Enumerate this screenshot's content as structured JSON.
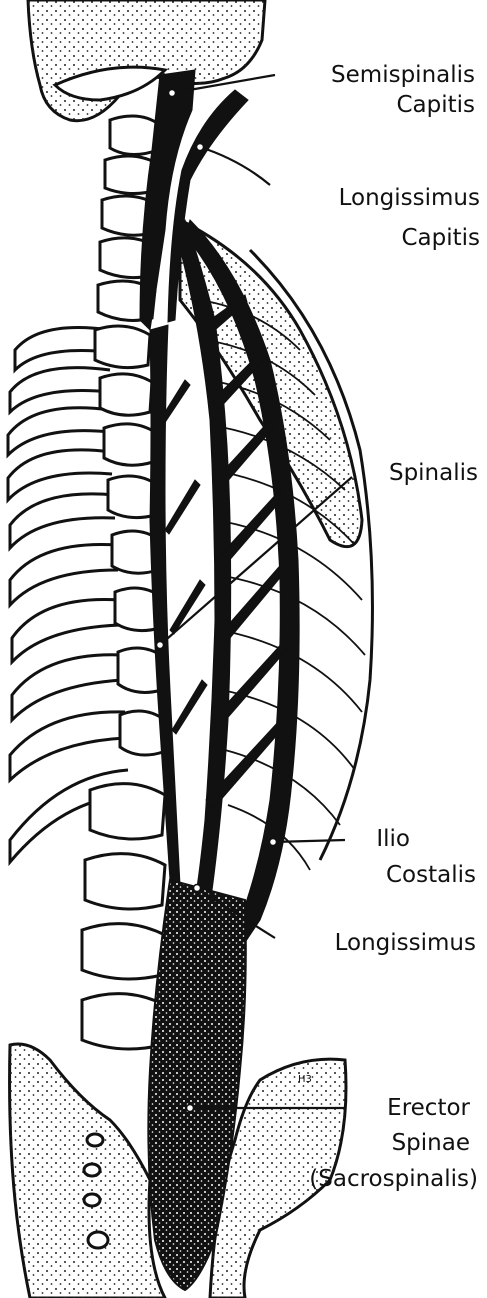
{
  "labels": {
    "semispinalis_capitis": [
      "Semispinalis",
      "Capitis"
    ],
    "longissimus_capitis": [
      "Longissimus",
      "Capitis"
    ],
    "spinalis": "Spinalis",
    "iliocostalis": [
      "Ilio",
      "Costalis"
    ],
    "longissimus": "Longissimus",
    "erector_spinae": [
      "Erector",
      "Spinae",
      "(Sacrospinalis)"
    ]
  },
  "corner_mark": "H3"
}
